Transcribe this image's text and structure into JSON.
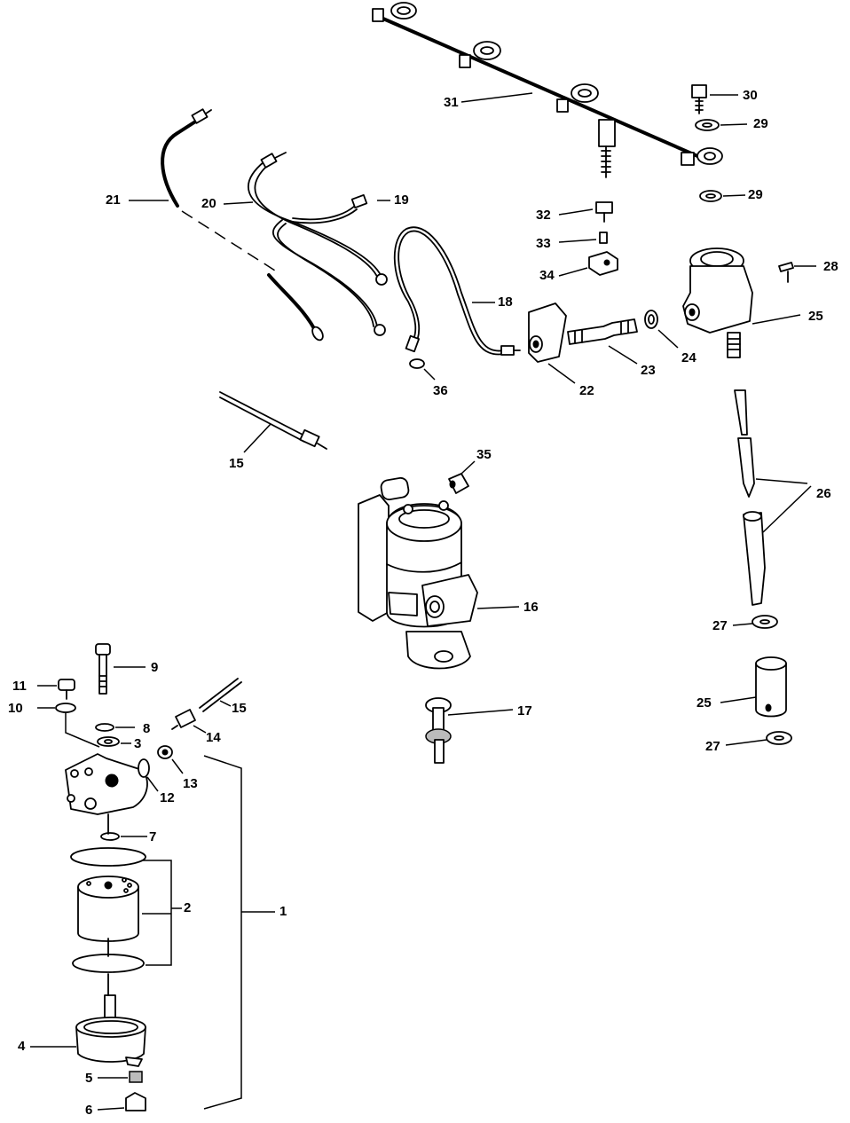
{
  "diagram": {
    "callouts": [
      {
        "id": "c1",
        "text": "1"
      },
      {
        "id": "c2",
        "text": "2"
      },
      {
        "id": "c3",
        "text": "3"
      },
      {
        "id": "c4",
        "text": "4"
      },
      {
        "id": "c5",
        "text": "5"
      },
      {
        "id": "c6",
        "text": "6"
      },
      {
        "id": "c7",
        "text": "7"
      },
      {
        "id": "c8",
        "text": "8"
      },
      {
        "id": "c9",
        "text": "9"
      },
      {
        "id": "c10",
        "text": "10"
      },
      {
        "id": "c11",
        "text": "11"
      },
      {
        "id": "c12",
        "text": "12"
      },
      {
        "id": "c13",
        "text": "13"
      },
      {
        "id": "c14",
        "text": "14"
      },
      {
        "id": "c15a",
        "text": "15"
      },
      {
        "id": "c15b",
        "text": "15"
      },
      {
        "id": "c16",
        "text": "16"
      },
      {
        "id": "c17",
        "text": "17"
      },
      {
        "id": "c18",
        "text": "18"
      },
      {
        "id": "c19",
        "text": "19"
      },
      {
        "id": "c20",
        "text": "20"
      },
      {
        "id": "c21",
        "text": "21"
      },
      {
        "id": "c22",
        "text": "22"
      },
      {
        "id": "c23",
        "text": "23"
      },
      {
        "id": "c24",
        "text": "24"
      },
      {
        "id": "c25a",
        "text": "25"
      },
      {
        "id": "c25b",
        "text": "25"
      },
      {
        "id": "c26",
        "text": "26"
      },
      {
        "id": "c27a",
        "text": "27"
      },
      {
        "id": "c27b",
        "text": "27"
      },
      {
        "id": "c28",
        "text": "28"
      },
      {
        "id": "c29a",
        "text": "29"
      },
      {
        "id": "c29b",
        "text": "29"
      },
      {
        "id": "c30",
        "text": "30"
      },
      {
        "id": "c31",
        "text": "31"
      },
      {
        "id": "c32",
        "text": "32"
      },
      {
        "id": "c33",
        "text": "33"
      },
      {
        "id": "c34",
        "text": "34"
      },
      {
        "id": "c35",
        "text": "35"
      },
      {
        "id": "c36",
        "text": "36"
      }
    ]
  },
  "colors": {
    "ink": "#000000",
    "paper": "#ffffff"
  }
}
